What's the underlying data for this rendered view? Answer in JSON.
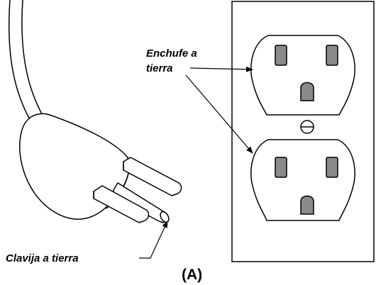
{
  "labels": {
    "outlet_line1": "Enchufe a",
    "outlet_line2": "tierra",
    "ground_pin": "Clavija a tierra",
    "caption": "(A)"
  },
  "colors": {
    "stroke": "#000000",
    "background": "#ffffff",
    "slot_fill": "#8a8a8a",
    "plate_fill": "#ffffff"
  },
  "icons": {
    "plug": "three-prong-plug",
    "outlet": "duplex-grounded-receptacle",
    "screw": "cover-plate-screw"
  }
}
